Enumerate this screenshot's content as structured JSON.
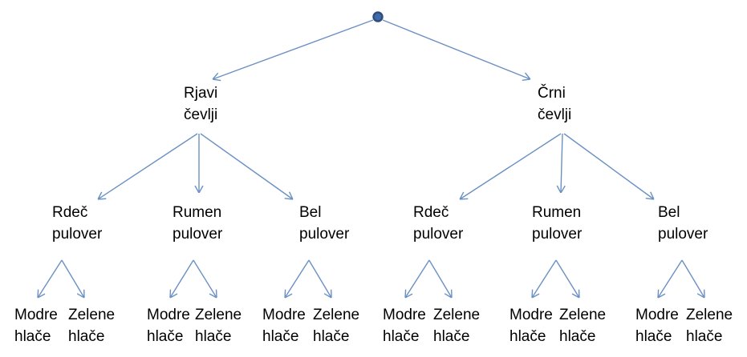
{
  "colors": {
    "line": "#6b90c3",
    "dot_fill": "#3f6ca8",
    "dot_stroke": "#2e4d7b",
    "text": "#000000",
    "bg": "#ffffff"
  },
  "tree": {
    "root": {
      "icon": "root-dot"
    },
    "level1": [
      {
        "line1": "Rjavi",
        "line2": "čevlji"
      },
      {
        "line1": "Črni",
        "line2": "čevlji"
      }
    ],
    "level2": [
      {
        "line1": "Rdeč",
        "line2": "pulover"
      },
      {
        "line1": "Rumen",
        "line2": "pulover"
      },
      {
        "line1": "Bel",
        "line2": "pulover"
      },
      {
        "line1": "Rdeč",
        "line2": "pulover"
      },
      {
        "line1": "Rumen",
        "line2": "pulover"
      },
      {
        "line1": "Bel",
        "line2": "pulover"
      }
    ],
    "level3": [
      {
        "line1": "Modre",
        "line2": "hlače"
      },
      {
        "line1": "Zelene",
        "line2": "hlače"
      },
      {
        "line1": "Modre",
        "line2": "hlače"
      },
      {
        "line1": "Zelene",
        "line2": "hlače"
      },
      {
        "line1": "Modre",
        "line2": "hlače"
      },
      {
        "line1": "Zelene",
        "line2": "hlače"
      },
      {
        "line1": "Modre",
        "line2": "hlače"
      },
      {
        "line1": "Zelene",
        "line2": "hlače"
      },
      {
        "line1": "Modre",
        "line2": "hlače"
      },
      {
        "line1": "Zelene",
        "line2": "hlače"
      },
      {
        "line1": "Modre",
        "line2": "hlače"
      },
      {
        "line1": "Zelene",
        "line2": "hlače"
      }
    ]
  }
}
